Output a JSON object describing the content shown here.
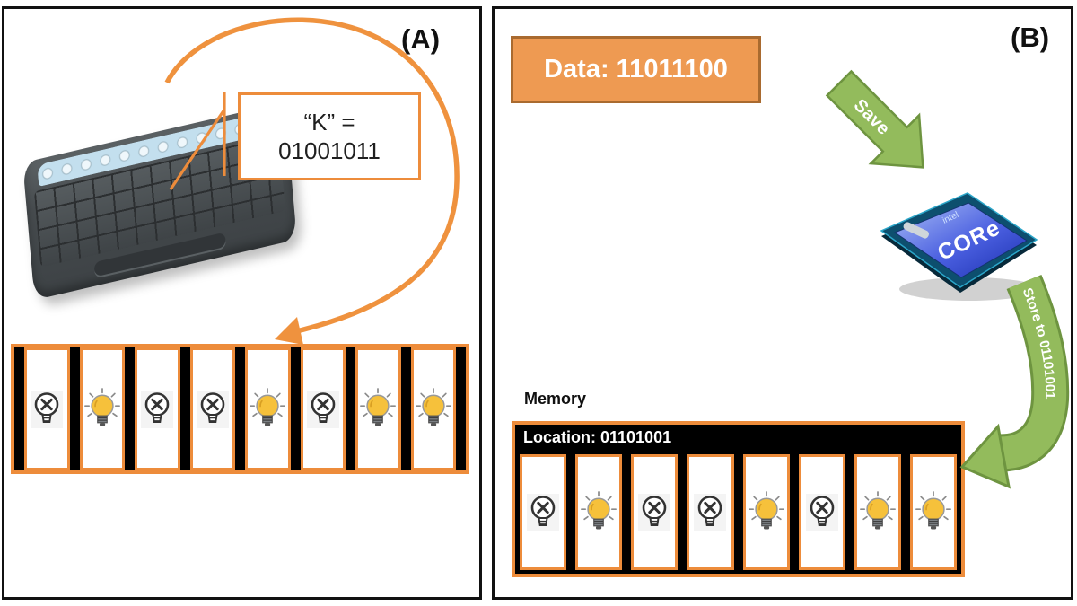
{
  "panel_a": {
    "label": "(A)",
    "callout_line1": "“K” =",
    "callout_line2": "01001011",
    "bits": "01001011",
    "keyboard_icon": "keyboard-image",
    "arrow_icon": "curved-arrow-to-bits"
  },
  "panel_b": {
    "label": "(B)",
    "data_label": "Data: 11011100",
    "save_arrow_label": "Save",
    "store_arrow_label": "Store to 01101001",
    "memory_label": "Memory",
    "location_label": "Location: 01101001",
    "bits": "01001011",
    "cpu_brand": "intel",
    "cpu_model": "CORe"
  },
  "colors": {
    "accent_orange": "#ED8C3B",
    "data_box_fill": "#EE9A52",
    "data_box_border": "#A96A2F",
    "arrow_green": "#93BB5C",
    "arrow_green_border": "#6E9440",
    "bulb_yellow": "#F6C13B",
    "panel_border": "#111111"
  }
}
